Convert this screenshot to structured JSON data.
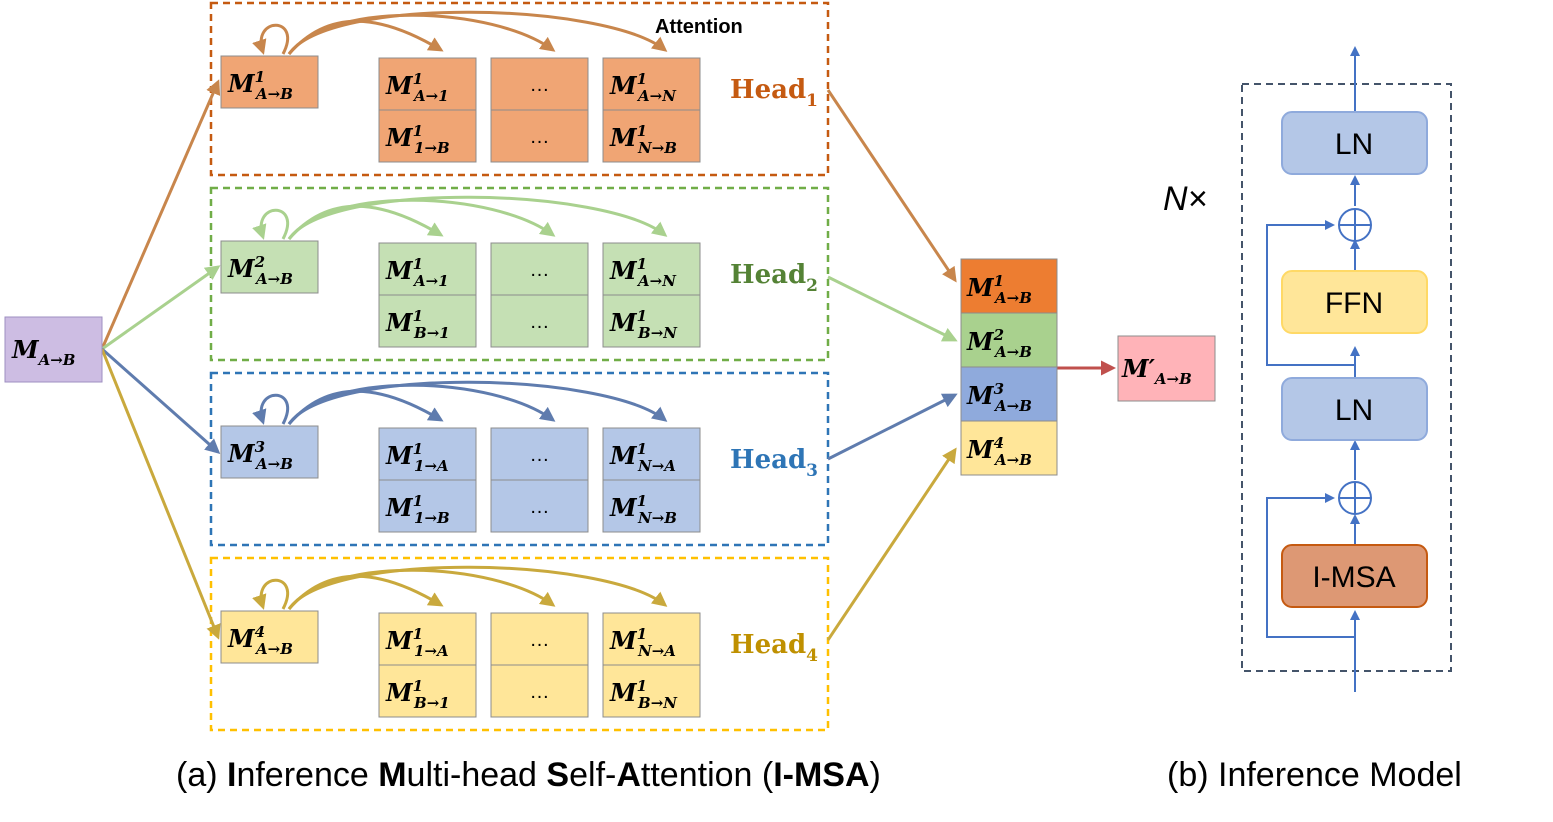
{
  "attention_label": "Attention",
  "input_node": {
    "base": "M",
    "sub": "A→B",
    "fill": "#cdbde3"
  },
  "heads": [
    {
      "label": "Head",
      "index": "1",
      "color": "#c55a11",
      "box_border": "#c55a11",
      "cell_fill": "#f0a574",
      "edge_color": "#c8864c",
      "node": {
        "base": "M",
        "sup": "1",
        "sub": "A→B"
      },
      "grid": [
        [
          {
            "sup": "1",
            "sub": "A→1"
          },
          {
            "dots": "…"
          },
          {
            "sup": "1",
            "sub": "A→N"
          }
        ],
        [
          {
            "sup": "1",
            "sub": "1→B"
          },
          {
            "dots": "…"
          },
          {
            "sup": "1",
            "sub": "N→B"
          }
        ]
      ]
    },
    {
      "label": "Head",
      "index": "2",
      "color": "#548235",
      "box_border": "#70ad47",
      "cell_fill": "#c5e0b4",
      "edge_color": "#a9d18e",
      "node": {
        "base": "M",
        "sup": "2",
        "sub": "A→B"
      },
      "grid": [
        [
          {
            "sup": "1",
            "sub": "A→1"
          },
          {
            "dots": "…"
          },
          {
            "sup": "1",
            "sub": "A→N"
          }
        ],
        [
          {
            "sup": "1",
            "sub": "B→1"
          },
          {
            "dots": "…"
          },
          {
            "sup": "1",
            "sub": "B→N"
          }
        ]
      ]
    },
    {
      "label": "Head",
      "index": "3",
      "color": "#2e75b6",
      "box_border": "#2e75b6",
      "cell_fill": "#b4c7e7",
      "edge_color": "#5f7cae",
      "node": {
        "base": "M",
        "sup": "3",
        "sub": "A→B"
      },
      "grid": [
        [
          {
            "sup": "1",
            "sub": "1→A"
          },
          {
            "dots": "…"
          },
          {
            "sup": "1",
            "sub": "N→A"
          }
        ],
        [
          {
            "sup": "1",
            "sub": "1→B"
          },
          {
            "dots": "…"
          },
          {
            "sup": "1",
            "sub": "N→B"
          }
        ]
      ]
    },
    {
      "label": "Head",
      "index": "4",
      "color": "#bf9000",
      "box_border": "#ffc000",
      "cell_fill": "#ffe699",
      "edge_color": "#c9a93d",
      "node": {
        "base": "M",
        "sup": "4",
        "sub": "A→B"
      },
      "grid": [
        [
          {
            "sup": "1",
            "sub": "1→A"
          },
          {
            "dots": "…"
          },
          {
            "sup": "1",
            "sub": "N→A"
          }
        ],
        [
          {
            "sup": "1",
            "sub": "B→1"
          },
          {
            "dots": "…"
          },
          {
            "sup": "1",
            "sub": "B→N"
          }
        ]
      ]
    }
  ],
  "concat_stack": [
    {
      "base": "M",
      "sup": "1",
      "sub": "A→B",
      "fill": "#ed7d31"
    },
    {
      "base": "M",
      "sup": "2",
      "sub": "A→B",
      "fill": "#a9d18e"
    },
    {
      "base": "M",
      "sup": "3",
      "sub": "A→B",
      "fill": "#8faadc"
    },
    {
      "base": "M",
      "sup": "4",
      "sub": "A→B",
      "fill": "#ffe699"
    }
  ],
  "output_node": {
    "base": "M′",
    "sub": "A→B",
    "fill": "#ffb3b8"
  },
  "output_arrow_color": "#c0504d",
  "model": {
    "repeat_label": "N×",
    "blocks": [
      {
        "id": "ln-top",
        "label": "LN",
        "fill": "#b4c7e7",
        "stroke": "#8faadc"
      },
      {
        "id": "ffn",
        "label": "FFN",
        "fill": "#ffe699",
        "stroke": "#ffd966"
      },
      {
        "id": "ln-mid",
        "label": "LN",
        "fill": "#b4c7e7",
        "stroke": "#8faadc"
      },
      {
        "id": "imsa",
        "label": "I-MSA",
        "fill": "#dd9874",
        "stroke": "#c55a11"
      }
    ],
    "line_color": "#4472c4"
  },
  "caption_a": {
    "prefix": "(a) ",
    "parts": [
      {
        "bold": "I",
        "rest": "nference "
      },
      {
        "bold": "M",
        "rest": "ulti-head "
      },
      {
        "bold": "S",
        "rest": "elf-"
      },
      {
        "bold": "A",
        "rest": "ttention ("
      },
      {
        "bold": "I-MSA",
        "rest": ")"
      }
    ]
  },
  "caption_b": "(b) Inference Model"
}
